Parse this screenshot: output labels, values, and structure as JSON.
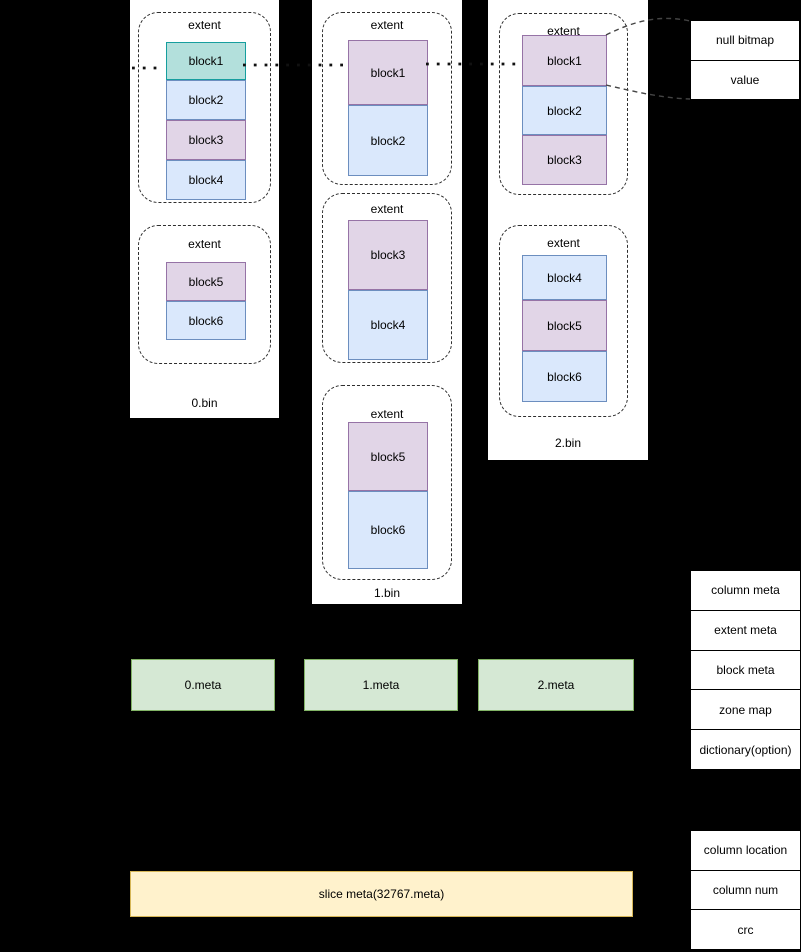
{
  "bins": [
    {
      "label": "0.bin",
      "extents": [
        {
          "label": "extent",
          "blocks": [
            {
              "name": "block1",
              "type": "teal"
            },
            {
              "name": "block2",
              "type": "blue"
            },
            {
              "name": "block3",
              "type": "purple"
            },
            {
              "name": "block4",
              "type": "blue"
            }
          ]
        },
        {
          "label": "extent",
          "blocks": [
            {
              "name": "block5",
              "type": "purple"
            },
            {
              "name": "block6",
              "type": "blue"
            }
          ]
        }
      ]
    },
    {
      "label": "1.bin",
      "extents": [
        {
          "label": "extent",
          "blocks": [
            {
              "name": "block1",
              "type": "purple"
            },
            {
              "name": "block2",
              "type": "blue"
            }
          ]
        },
        {
          "label": "extent",
          "blocks": [
            {
              "name": "block3",
              "type": "purple"
            },
            {
              "name": "block4",
              "type": "blue"
            }
          ]
        },
        {
          "label": "extent",
          "blocks": [
            {
              "name": "block5",
              "type": "purple"
            },
            {
              "name": "block6",
              "type": "blue"
            }
          ]
        }
      ]
    },
    {
      "label": "2.bin",
      "extents": [
        {
          "label": "extent",
          "blocks": [
            {
              "name": "block1",
              "type": "purple"
            },
            {
              "name": "block2",
              "type": "blue"
            },
            {
              "name": "block3",
              "type": "purple"
            }
          ]
        },
        {
          "label": "extent",
          "blocks": [
            {
              "name": "block4",
              "type": "blue"
            },
            {
              "name": "block5",
              "type": "purple"
            },
            {
              "name": "block6",
              "type": "blue"
            }
          ]
        }
      ]
    }
  ],
  "meta_files": [
    {
      "label": "0.meta"
    },
    {
      "label": "1.meta"
    },
    {
      "label": "2.meta"
    }
  ],
  "slice_meta": {
    "label": "slice meta(32767.meta)"
  },
  "block_detail_table": {
    "rows": [
      "null bitmap",
      "value"
    ]
  },
  "meta_detail_table": {
    "rows": [
      "column meta",
      "extent meta",
      "block meta",
      "zone map",
      "dictionary(option)"
    ]
  },
  "slice_detail_table": {
    "rows": [
      "column location",
      "column num",
      "crc"
    ]
  },
  "colors": {
    "teal": {
      "fill": "#b3e0dc",
      "stroke": "#169e9e"
    },
    "blue": {
      "fill": "#dae8fc",
      "stroke": "#6c8ebf"
    },
    "purple": {
      "fill": "#e1d5e7",
      "stroke": "#9673a6"
    },
    "green": {
      "fill": "#d5e8d4",
      "stroke": "#82b366"
    },
    "yellow": {
      "fill": "#fff2cc",
      "stroke": "#d6b656"
    }
  }
}
